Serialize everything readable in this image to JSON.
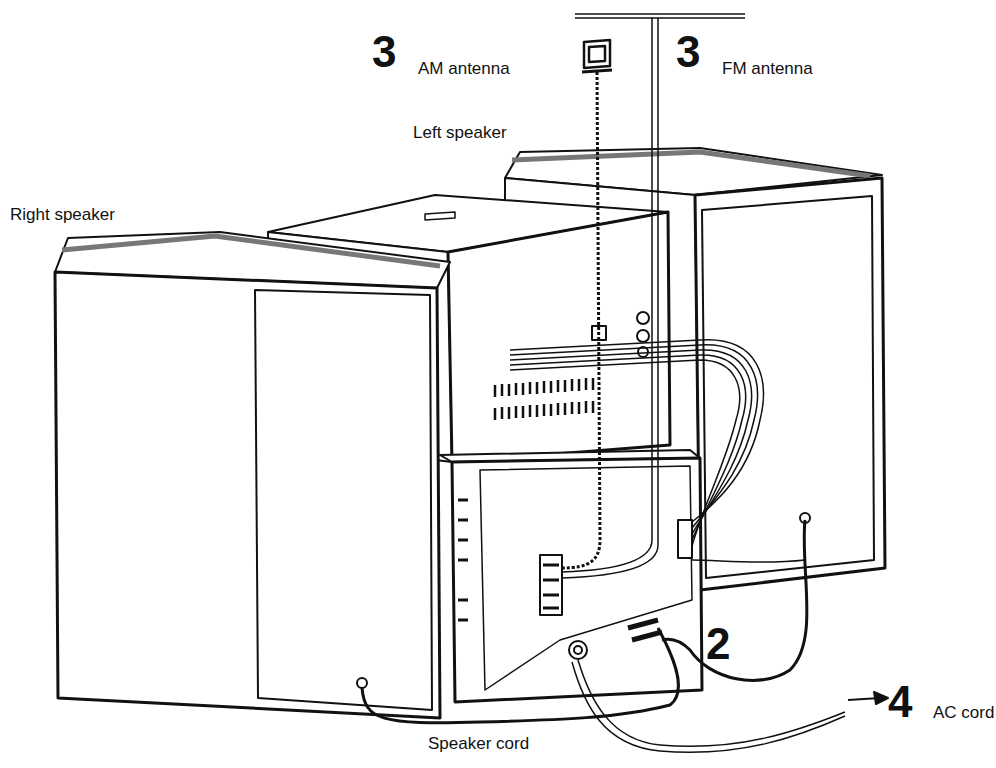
{
  "diagram": {
    "labels": [
      "3",
      "AM antenna",
      "3",
      "FM antenna",
      "Left speaker",
      "Right speaker",
      "2",
      "Speaker cord",
      "4",
      "AC cord"
    ]
  }
}
